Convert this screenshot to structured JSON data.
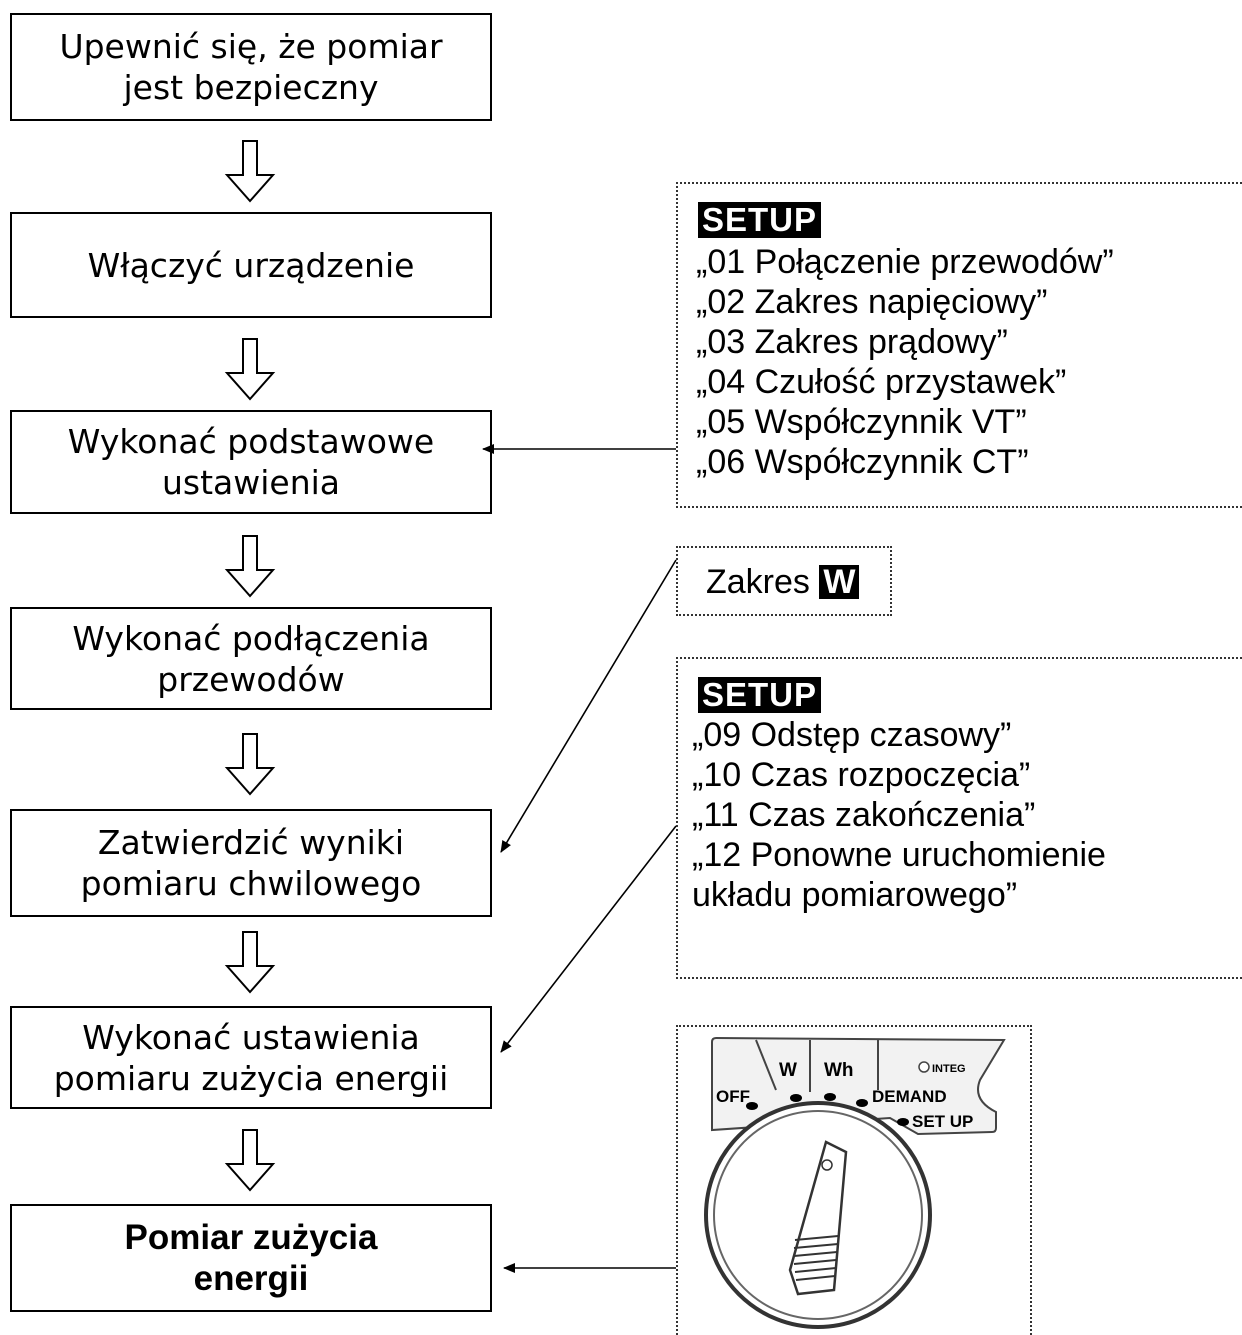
{
  "steps": [
    {
      "line1": "Upewnić się, że pomiar",
      "line2": "jest bezpieczny"
    },
    {
      "line1": "Włączyć urządzenie",
      "line2": ""
    },
    {
      "line1": "Wykonać podstawowe",
      "line2": "ustawienia"
    },
    {
      "line1": "Wykonać podłączenia",
      "line2": "przewodów"
    },
    {
      "line1": "Zatwierdzić wyniki",
      "line2": "pomiaru chwilowego"
    },
    {
      "line1": "Wykonać ustawienia",
      "line2": "pomiaru zużycia energii"
    },
    {
      "line1": "Pomiar zużycia",
      "line2": "energii"
    }
  ],
  "setup_box_1": {
    "tag": "SETUP",
    "items": [
      "„01 Połączenie przewodów”",
      "„02 Zakres napięciowy”",
      "„03 Zakres prądowy”",
      "„04 Czułość przystawek”",
      "„05 Współczynnik VT”",
      "„06 Współczynnik CT”"
    ]
  },
  "range_box": {
    "label": "Zakres",
    "tag": "W"
  },
  "setup_box_2": {
    "tag": "SETUP",
    "items": [
      "„09 Odstęp czasowy”",
      "„10 Czas rozpoczęcia”",
      "„11 Czas zakończenia”",
      "„12 Ponowne uruchomienie",
      "układu pomiarowego”"
    ]
  },
  "dial": {
    "off": "OFF",
    "w": "W",
    "wh": "Wh",
    "integ": "INTEG",
    "demand": "DEMAND",
    "setup": "SET UP"
  }
}
